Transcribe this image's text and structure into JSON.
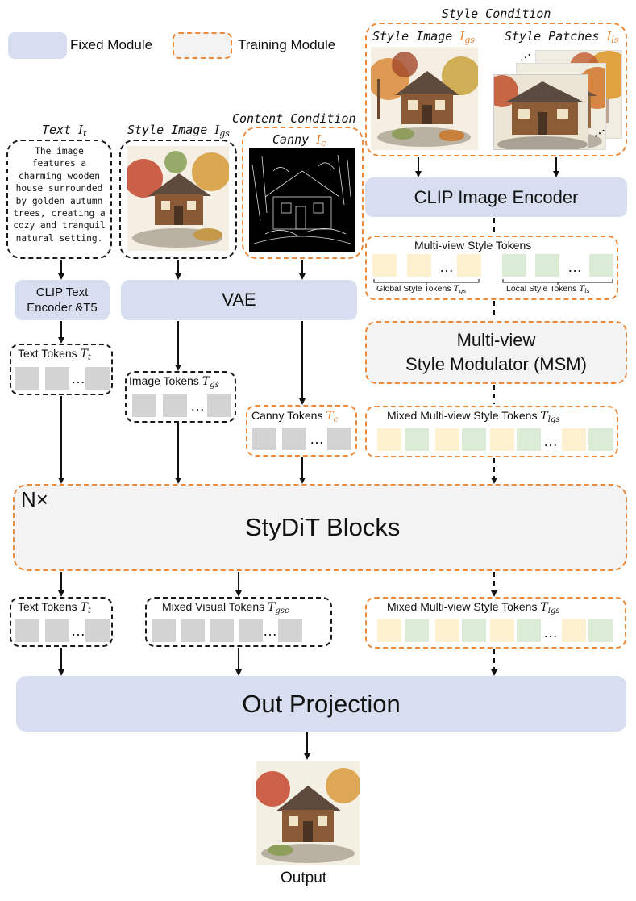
{
  "legend": {
    "fixed": "Fixed Module",
    "training": "Training Module"
  },
  "inputs": {
    "text_title": "Text",
    "text_sym": "I",
    "text_sub": "t",
    "text_body": "The image features a charming wooden house surrounded by golden autumn trees, creating a cozy and tranquil natural setting.",
    "style_title": "Style Image",
    "style_sym": "I",
    "style_sub": "gs",
    "content_condition": "Content Condition",
    "canny_title": "Canny",
    "canny_sym": "I",
    "canny_sub": "c"
  },
  "style_condition": {
    "title": "Style Condition",
    "image_title": "Style Image",
    "image_sym": "I",
    "image_sub": "gs",
    "patches_title": "Style Patches",
    "patches_sym": "I",
    "patches_sub": "ls"
  },
  "modules": {
    "clip_image": "CLIP Image Encoder",
    "clip_text": "CLIP Text Encoder &T5",
    "vae": "VAE",
    "msm_line1": "Multi-view",
    "msm_line2": "Style Modulator (MSM)",
    "stydit": "StyDiT Blocks",
    "stydit_repeat": "N×",
    "out_projection": "Out Projection"
  },
  "tokens": {
    "multiview": "Multi-view Style Tokens",
    "global": "Global Style Tokens",
    "global_sym": "T",
    "global_sub": "gs",
    "local": "Local Style Tokens",
    "local_sym": "T",
    "local_sub": "ls",
    "text": "Text Tokens",
    "text_sym": "T",
    "text_sub": "t",
    "image": "Image Tokens",
    "image_sym": "T",
    "image_sub": "gs",
    "canny": "Canny Tokens",
    "canny_sym": "T",
    "canny_sub": "c",
    "mixed_style": "Mixed Multi-view Style Tokens",
    "mixed_style_sym": "T",
    "mixed_style_sub": "lgs",
    "mixed_visual": "Mixed Visual Tokens",
    "mixed_visual_sym": "T",
    "mixed_visual_sub": "gsc",
    "ellipsis": "…"
  },
  "output": {
    "label": "Output"
  },
  "colors": {
    "fixed_fill": "#d6deef",
    "training_border": "#ec8a3c",
    "training_fill": "#f3f3f3",
    "token_gray": "#d3d3d3",
    "token_yellow": "#fdf1cf",
    "token_green": "#dcebd6"
  }
}
